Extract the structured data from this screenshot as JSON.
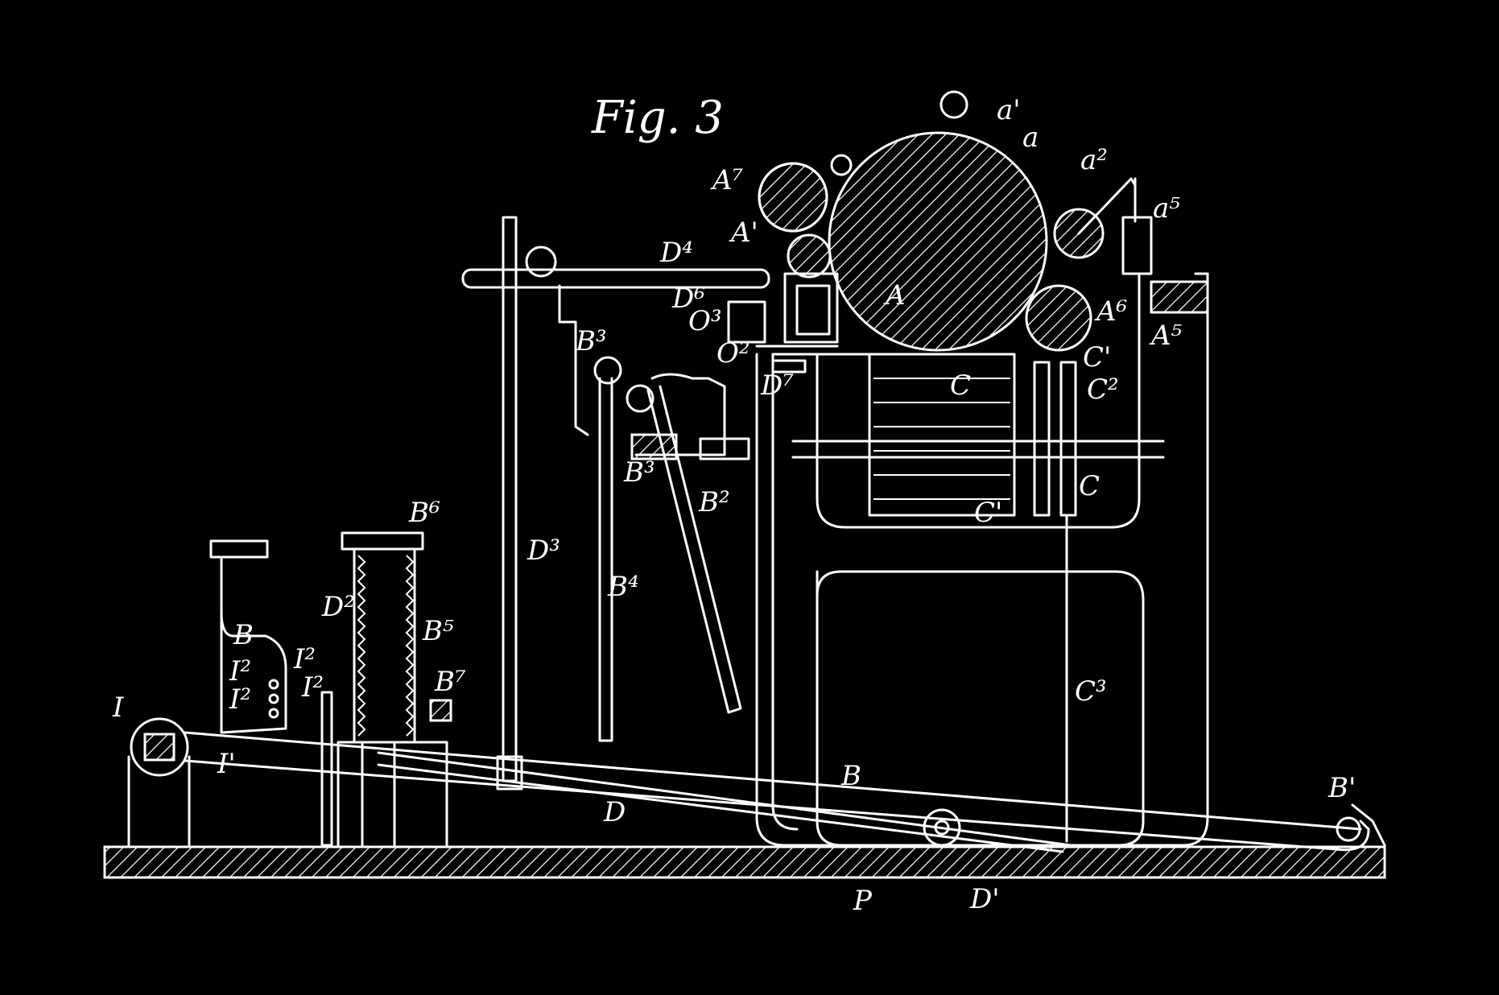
{
  "figure": {
    "title": "Fig. 3",
    "background_color": "#000000",
    "line_color": "#ffffff"
  },
  "labels": {
    "a1": "a'",
    "a": "a",
    "a2": "a²",
    "a5": "a⁵",
    "A7": "A⁷",
    "A1": "A'",
    "A": "A",
    "A6": "A⁶",
    "A5": "A⁵",
    "D4": "D⁴",
    "D6": "D⁶",
    "O3": "O³",
    "O2": "O²",
    "B3_top": "B³",
    "B3_low": "B³",
    "D7": "D⁷",
    "C_small": "C",
    "C1_top": "C'",
    "C2": "C²",
    "C": "C",
    "C1_low": "C'",
    "B2": "B²",
    "B6": "B⁶",
    "D3": "D³",
    "B4": "B⁴",
    "D2": "D²",
    "B5": "B⁵",
    "B_upright": "B",
    "I2_a": "I²",
    "I2_b": "I²",
    "I2_c": "I²",
    "I2_d": "I²",
    "B7": "B⁷",
    "C3": "C³",
    "I": "I",
    "I1": "I'",
    "B_lever": "B",
    "B1": "B'",
    "D": "D",
    "P": "P",
    "D1": "D'"
  }
}
